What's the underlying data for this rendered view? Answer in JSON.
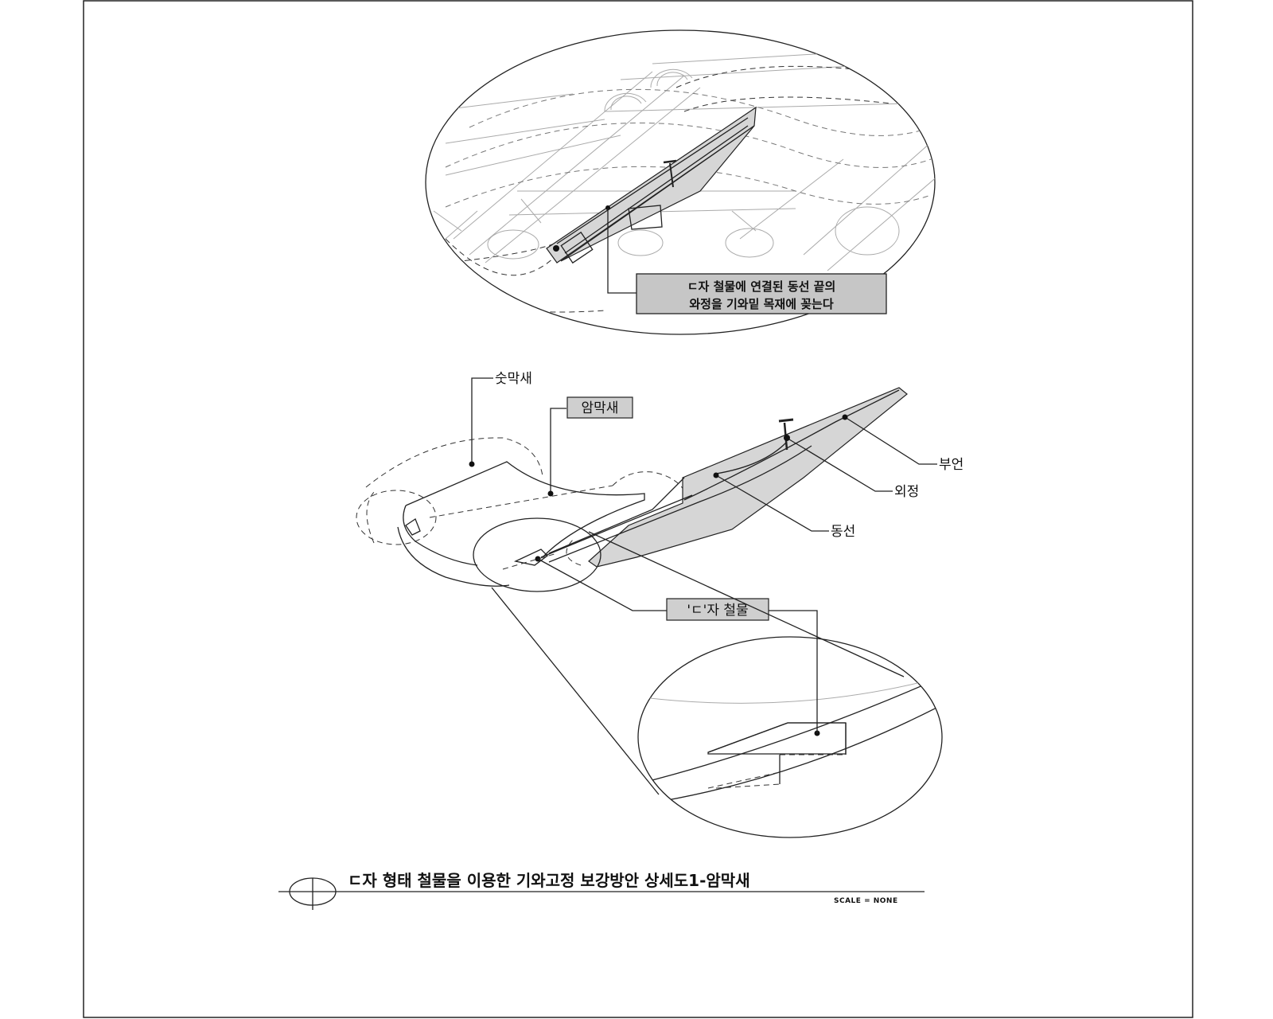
{
  "detail_callout": {
    "line1": "ㄷ자 철물에 연결된 동선 끝의",
    "line2": "와정을 기와밑 목재에 꽂는다"
  },
  "labels": {
    "sutmaksae": "숫막새",
    "ammaksae": "암막새",
    "bueon": "부언",
    "oejeong": "외정",
    "dongseon": "동선",
    "cheolmul": "'ㄷ'자 철물"
  },
  "title": {
    "text": "ㄷ자 형태 철물을 이용한 기와고정 보강방안 상세도1-암막새",
    "scale": "SCALE = NONE"
  }
}
